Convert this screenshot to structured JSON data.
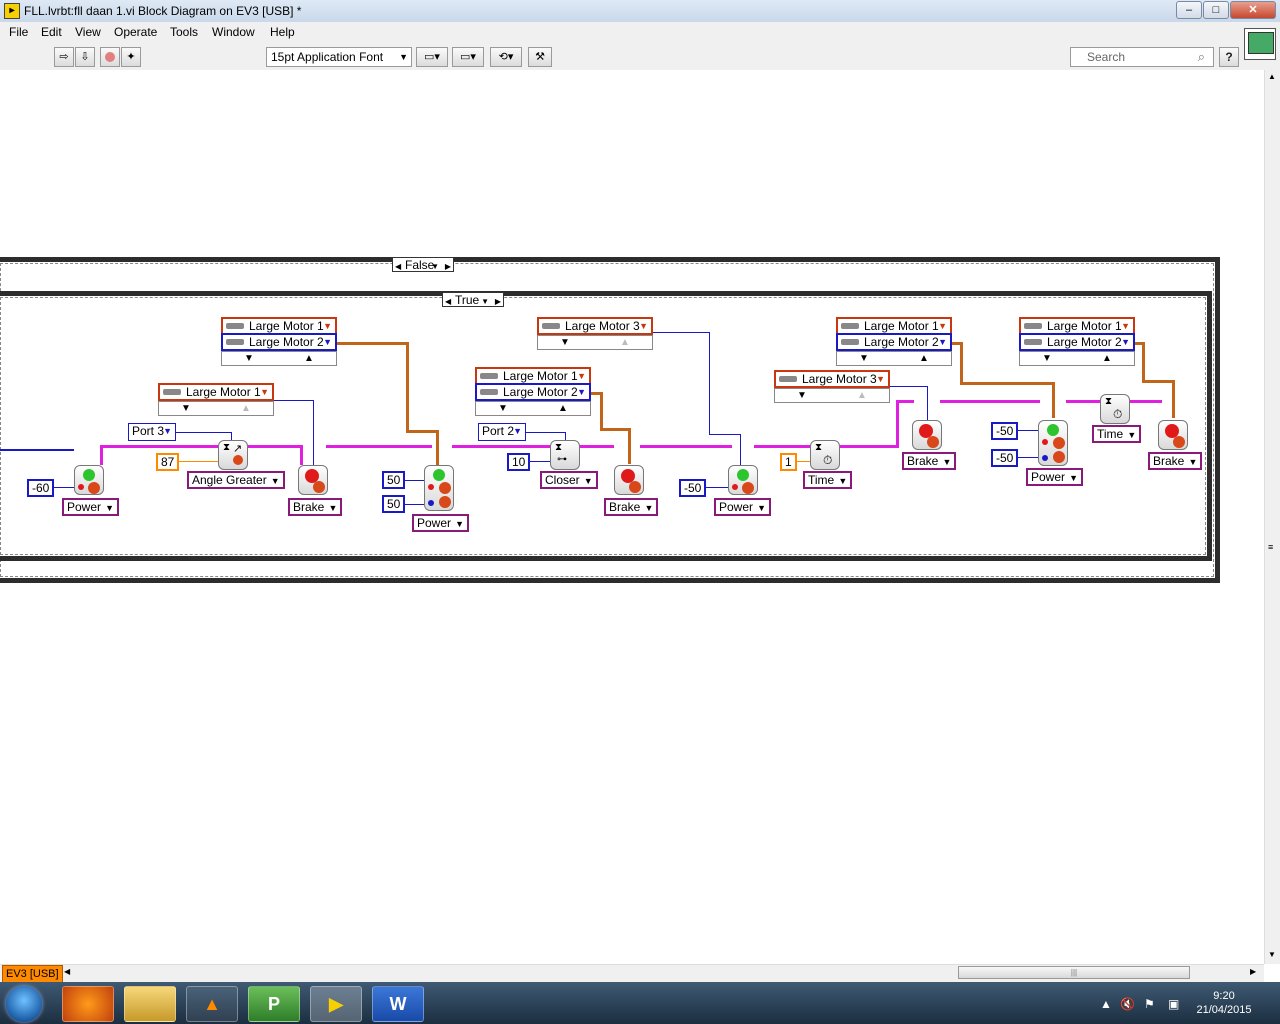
{
  "window": {
    "title": "FLL.lvrbt:fll daan 1.vi Block Diagram on EV3 [USB] *",
    "minimize": "–",
    "maximize": "□",
    "close": "✕"
  },
  "menu": [
    "File",
    "Edit",
    "View",
    "Operate",
    "Tools",
    "Window",
    "Help"
  ],
  "toolbar": {
    "font": "15pt Application Font",
    "search_placeholder": "Search"
  },
  "case_outer": {
    "selector": "False"
  },
  "case_inner": {
    "selector": "True"
  },
  "ports": {
    "m1": "Large Motor 1",
    "m2": "Large Motor 2",
    "m3": "Large Motor 3",
    "port3": "Port 3",
    "port2": "Port 2"
  },
  "constants": {
    "c_neg60": "-60",
    "c_87": "87",
    "c_50a": "50",
    "c_50b": "50",
    "c_10": "10",
    "c_neg50a": "-50",
    "c_1": "1",
    "c_neg50b": "-50",
    "c_neg50c": "-50"
  },
  "modes": {
    "power1": "Power",
    "angle": "Angle Greater",
    "brake1": "Brake",
    "power2": "Power",
    "closer": "Closer",
    "brake2": "Brake",
    "power3": "Power",
    "time1": "Time",
    "brake3": "Brake",
    "power4": "Power",
    "time2": "Time",
    "brake4": "Brake"
  },
  "status": {
    "target": "EV3 [USB]"
  },
  "taskbar": {
    "time": "9:20",
    "date": "21/04/2015"
  },
  "colors": {
    "wire_magenta": "#e020e0",
    "wire_orange": "#c0651a",
    "wire_blue": "#1a1ac4",
    "red_port": "#c8370f"
  }
}
